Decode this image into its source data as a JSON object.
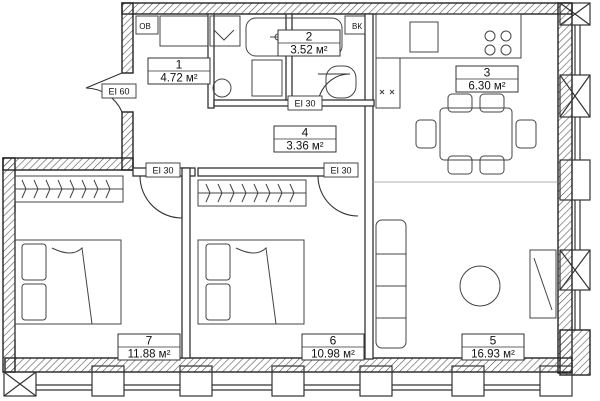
{
  "rooms": [
    {
      "number": "1",
      "area": "4.72 м²"
    },
    {
      "number": "2",
      "area": "3.52 м²"
    },
    {
      "number": "3",
      "area": "6.30 м²"
    },
    {
      "number": "4",
      "area": "3.36 м²"
    },
    {
      "number": "5",
      "area": "16.93 м²"
    },
    {
      "number": "6",
      "area": "10.98 м²"
    },
    {
      "number": "7",
      "area": "11.88 м²"
    }
  ],
  "door_labels": {
    "entrance": "EI 60",
    "bathroom": "EI 30",
    "bedroom_7": "EI 30",
    "bedroom_6": "EI 30"
  },
  "fixture_labels": {
    "ventilation_left": "ОВ",
    "ventilation_right": "ВК"
  },
  "colors": {
    "wall": "#2b2b2b",
    "line": "#444444",
    "hatch": "#666666",
    "floor": "#ffffff"
  }
}
